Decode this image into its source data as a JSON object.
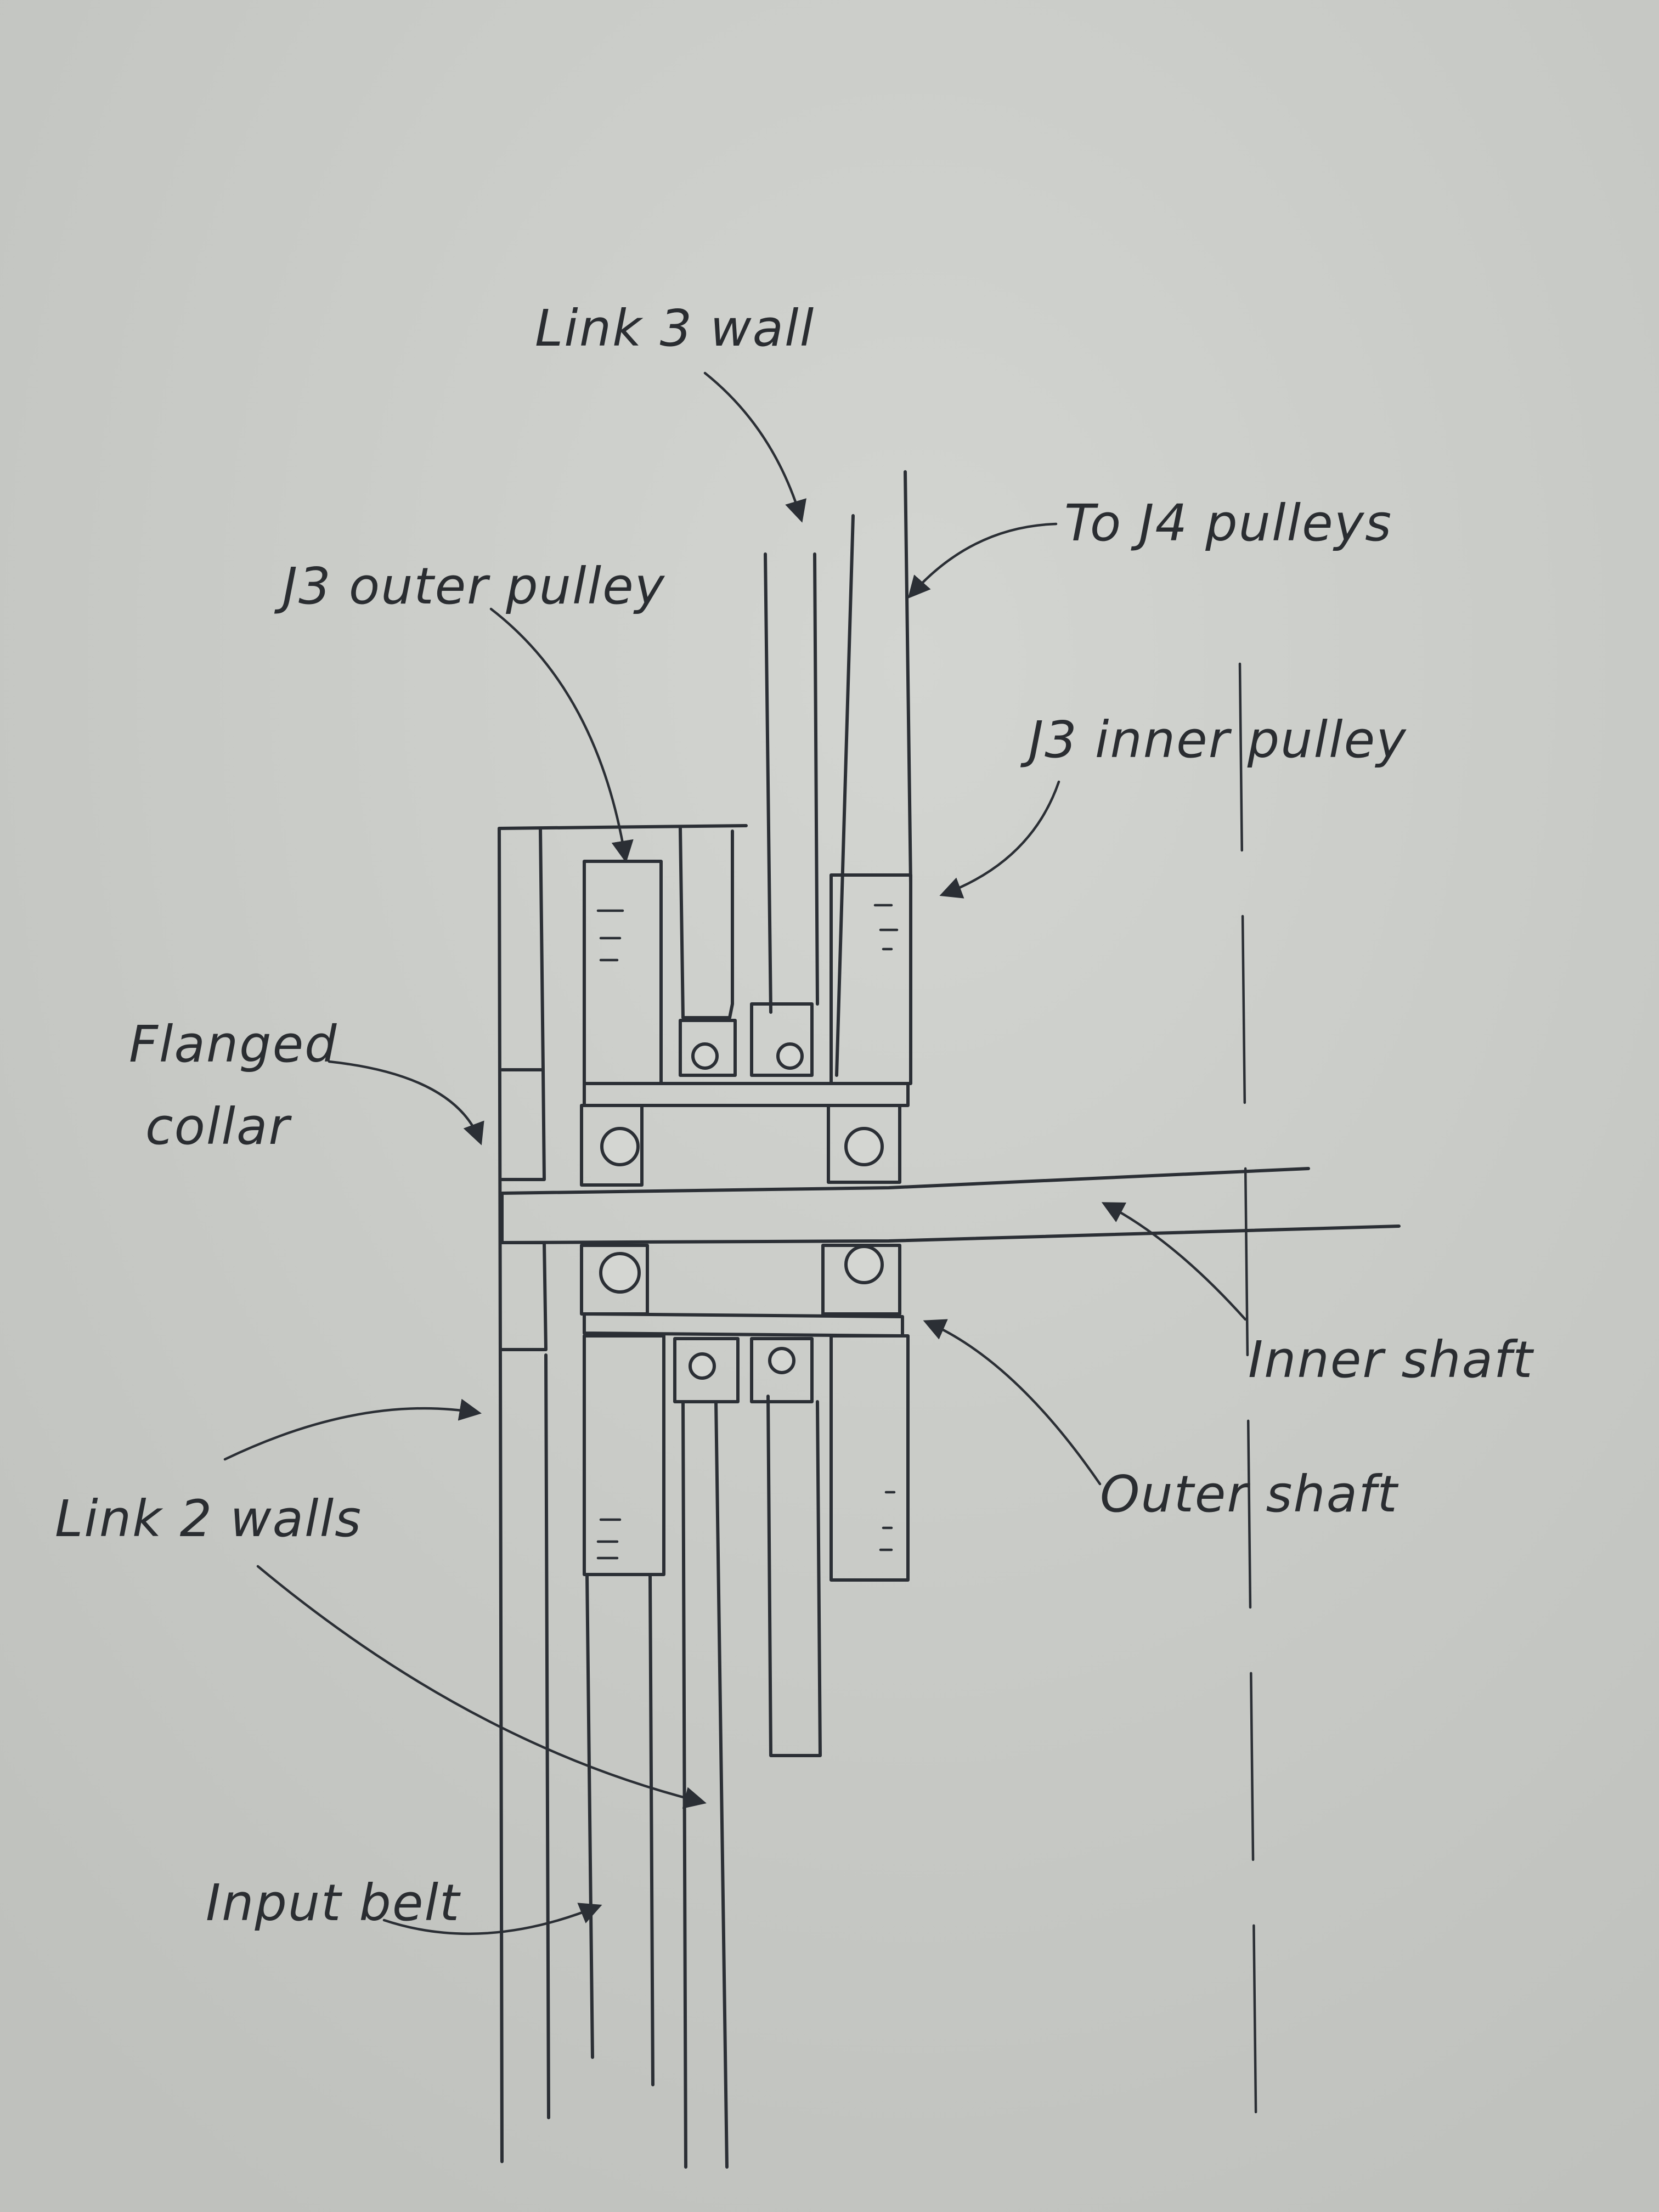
{
  "labels": {
    "link3_wall": "Link 3 wall",
    "to_j4_pulleys": "To J4 pulleys",
    "j3_outer_pulley": "J3 outer pulley",
    "j3_inner_pulley": "J3 inner pulley",
    "flanged_collar_line1": "Flanged",
    "flanged_collar_line2": "collar",
    "inner_shaft": "Inner shaft",
    "outer_shaft": "Outer shaft",
    "link2_walls": "Link 2 walls",
    "input_belt": "Input belt"
  },
  "colors": {
    "paper": "#c9cbc7",
    "ink": "#2b2f35"
  }
}
